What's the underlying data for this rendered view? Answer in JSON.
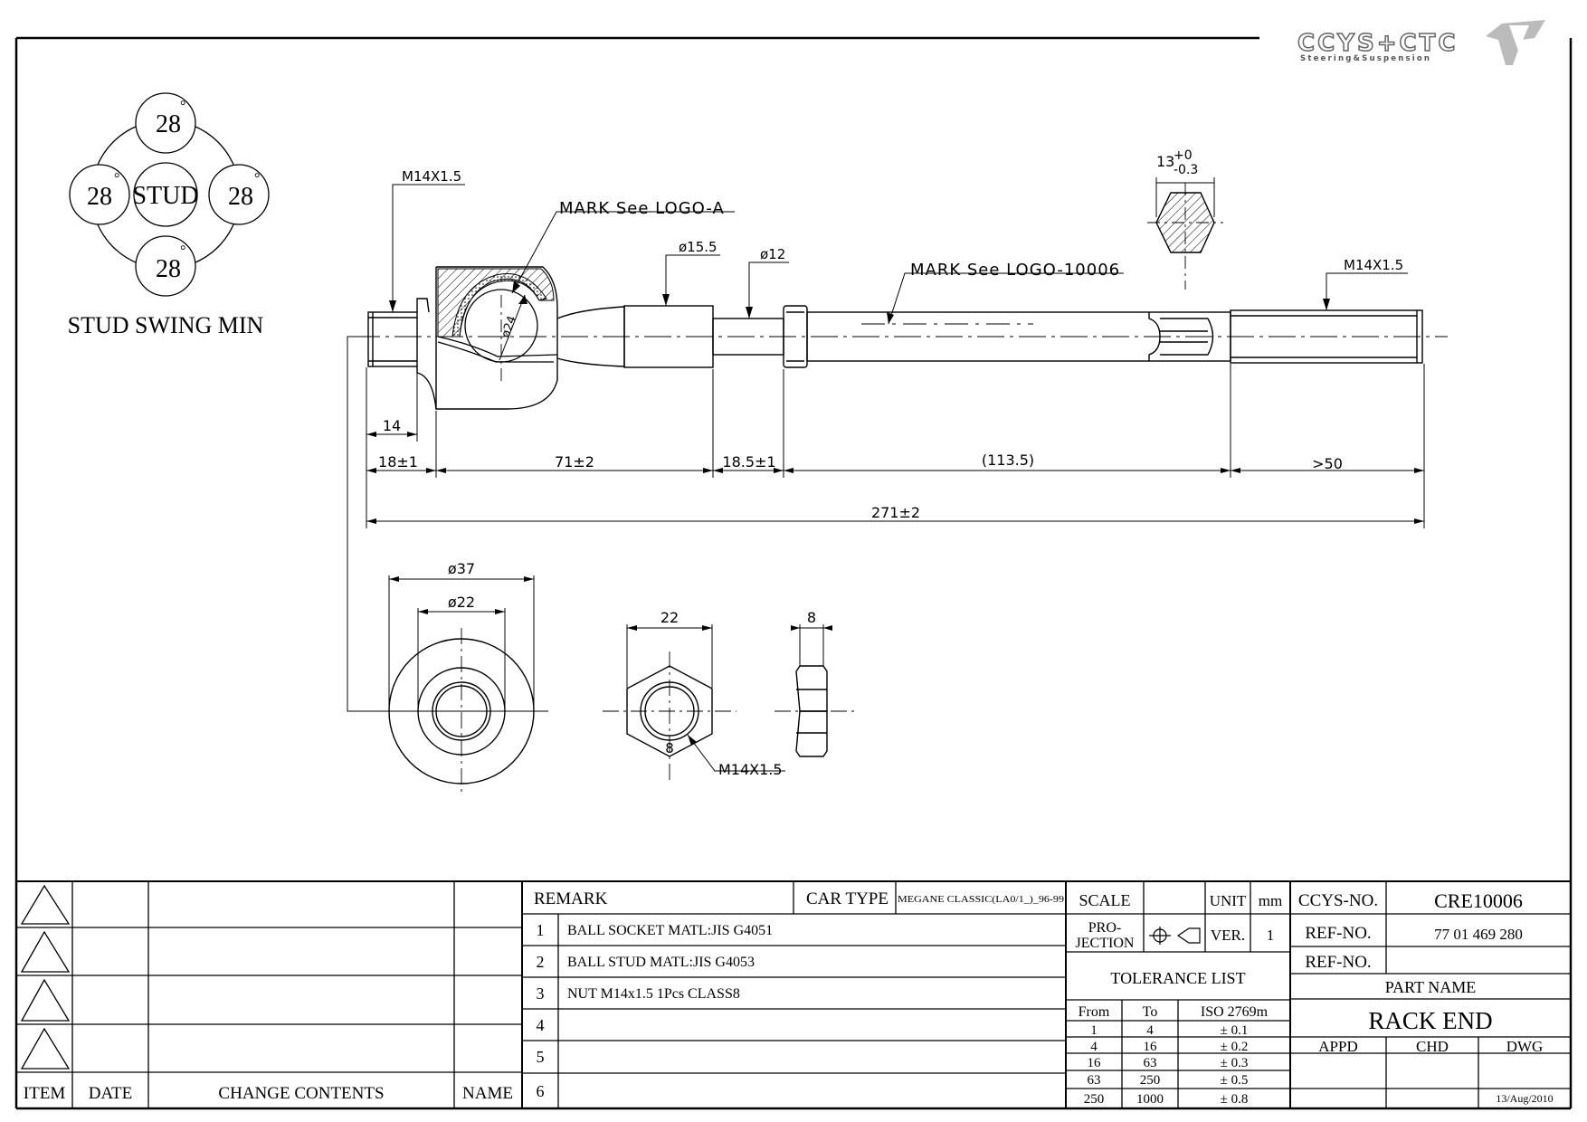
{
  "logo": {
    "brand": "CCYS+CTC",
    "tagline": "Steering&Suspension"
  },
  "swing": {
    "top": "28",
    "left": "28",
    "right": "28",
    "bottom": "28",
    "degree": "°",
    "center": "STUD",
    "caption": "STUD SWING MIN"
  },
  "callouts": {
    "thread_left": "M14X1.5",
    "mark_a": "MARK See LOGO-A",
    "d155": "ø15.5",
    "d12": "ø12",
    "mark_b": "MARK See LOGO-10006",
    "hex_main": "13",
    "hex_plus": "+0",
    "hex_minus": "-0.3",
    "thread_right": "M14X1.5",
    "d24": "ø24"
  },
  "dimensions": {
    "d14": "14",
    "d18": "18±1",
    "d71": "71±2",
    "d185": "18.5±1",
    "d1135": "(113.5)",
    "d50": ">50",
    "d271": "271±2"
  },
  "washer": {
    "outer": "ø37",
    "inner": "ø22"
  },
  "nut": {
    "width": "22",
    "thickness": "8",
    "center_label": "8",
    "thread": "M14X1.5"
  },
  "title_block": {
    "revision": {
      "item": "ITEM",
      "date": "DATE",
      "change": "CHANGE CONTENTS",
      "name": "NAME"
    },
    "remark_label": "REMARK",
    "car_type_label": "CAR TYPE",
    "car_type_value": "MEGANE CLASSIC(LA0/1_)_96-99",
    "remarks": [
      {
        "n": "1",
        "text": "BALL SOCKET MATL:JIS G4051"
      },
      {
        "n": "2",
        "text": "BALL STUD MATL:JIS G4053"
      },
      {
        "n": "3",
        "text": "NUT M14x1.5 1Pcs CLASS8"
      },
      {
        "n": "4",
        "text": ""
      },
      {
        "n": "5",
        "text": ""
      },
      {
        "n": "6",
        "text": ""
      }
    ],
    "scale_label": "SCALE",
    "unit_label": "UNIT",
    "unit_value": "mm",
    "projection_label_1": "PRO-",
    "projection_label_2": "JECTION",
    "ver_label": "VER.",
    "ver_value": "1",
    "tolerance_title": "TOLERANCE LIST",
    "tolerance_headers": [
      "From",
      "To",
      "ISO 2769m"
    ],
    "tolerance_rows": [
      [
        "1",
        "4",
        "± 0.1"
      ],
      [
        "4",
        "16",
        "± 0.2"
      ],
      [
        "16",
        "63",
        "± 0.3"
      ],
      [
        "63",
        "250",
        "± 0.5"
      ],
      [
        "250",
        "1000",
        "± 0.8"
      ]
    ],
    "ccys_label": "CCYS-NO.",
    "ccys_value": "CRE10006",
    "ref1_label": "REF-NO.",
    "ref1_value": "77 01 469 280",
    "ref2_label": "REF-NO.",
    "ref2_value": "",
    "part_name_label": "PART NAME",
    "part_name_value": "RACK END",
    "appd": "APPD",
    "chd": "CHD",
    "dwg": "DWG",
    "date_value": "13/Aug/2010"
  }
}
